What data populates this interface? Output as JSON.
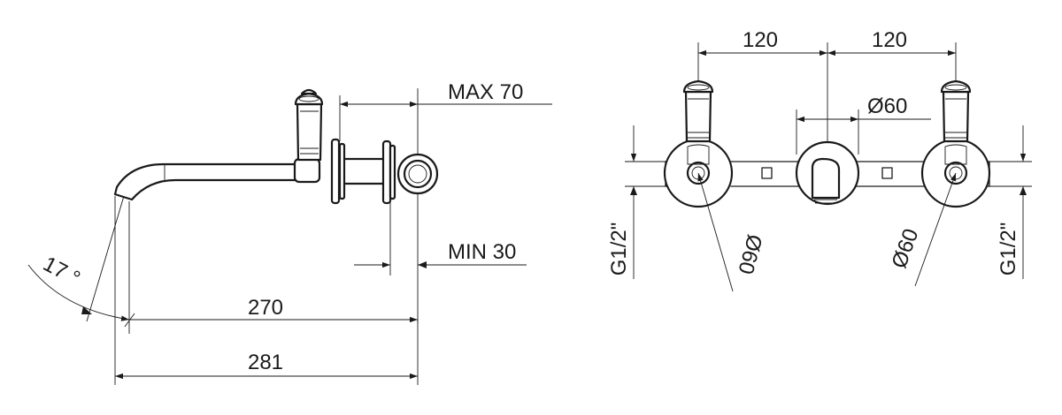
{
  "side_view": {
    "max_label": "MAX 70",
    "min_label": "MIN 30",
    "len_inner": "270",
    "len_outer": "281",
    "angle_label": "17 °"
  },
  "front_view": {
    "spacing_left": "120",
    "spacing_right": "120",
    "dia_top": "Ø60",
    "dia_left": "Ø60",
    "dia_right": "Ø60",
    "thread_left": "G1/2\"",
    "thread_right": "G1/2\""
  }
}
